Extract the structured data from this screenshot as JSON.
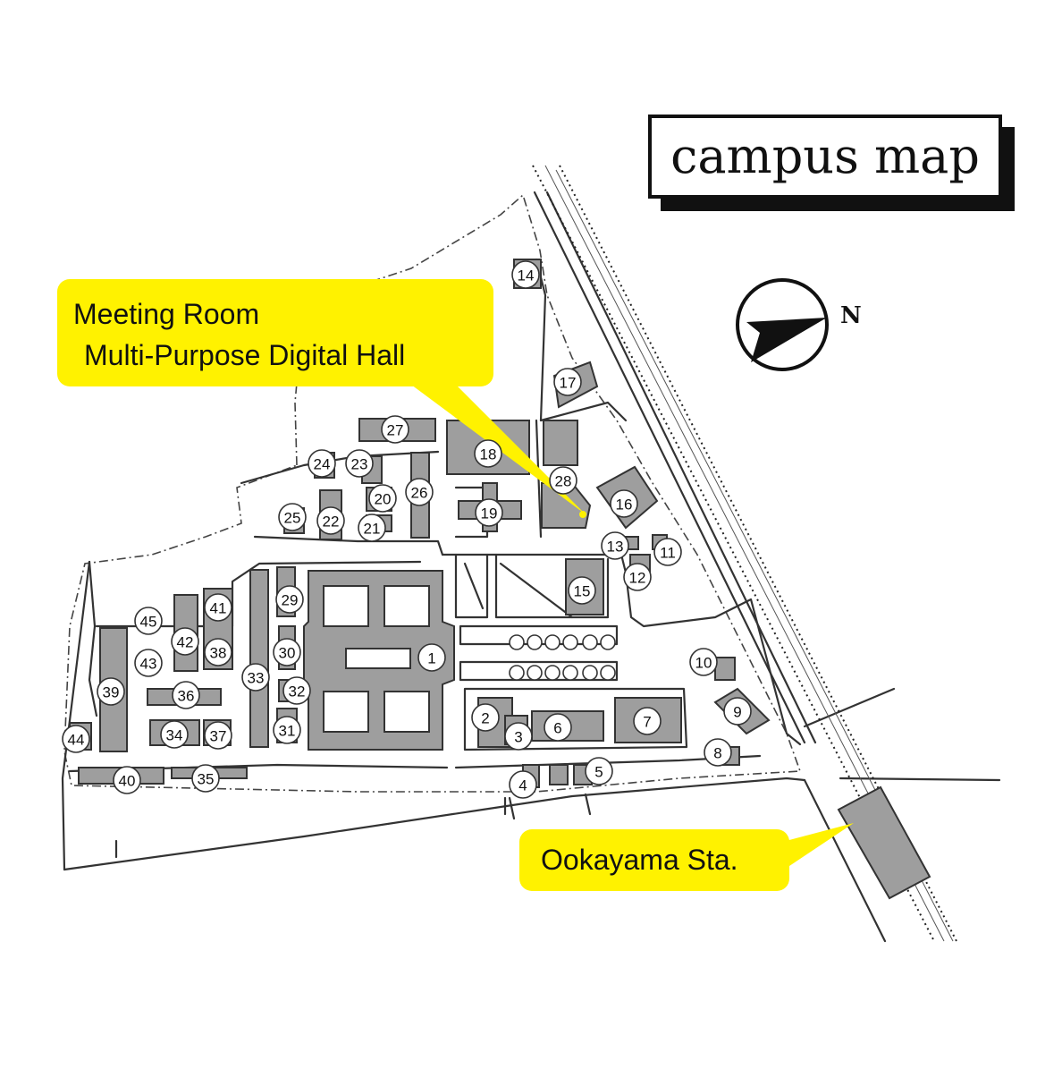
{
  "title": "campus map",
  "north_label": "N",
  "callouts": {
    "meeting_line1": "Meeting Room",
    "meeting_line2": "Multi-Purpose Digital Hall",
    "station": "Ookayama Sta."
  },
  "building_labels": [
    "1",
    "2",
    "3",
    "4",
    "5",
    "6",
    "7",
    "8",
    "9",
    "10",
    "11",
    "12",
    "13",
    "14",
    "15",
    "16",
    "17",
    "18",
    "19",
    "20",
    "21",
    "22",
    "23",
    "24",
    "25",
    "26",
    "27",
    "28",
    "29",
    "30",
    "31",
    "32",
    "33",
    "34",
    "35",
    "36",
    "37",
    "38",
    "39",
    "40",
    "41",
    "42",
    "43",
    "44",
    "45"
  ],
  "colors": {
    "callout_yellow": "#fff200",
    "building_gray": "#9e9e9e",
    "line_dark": "#333333"
  }
}
